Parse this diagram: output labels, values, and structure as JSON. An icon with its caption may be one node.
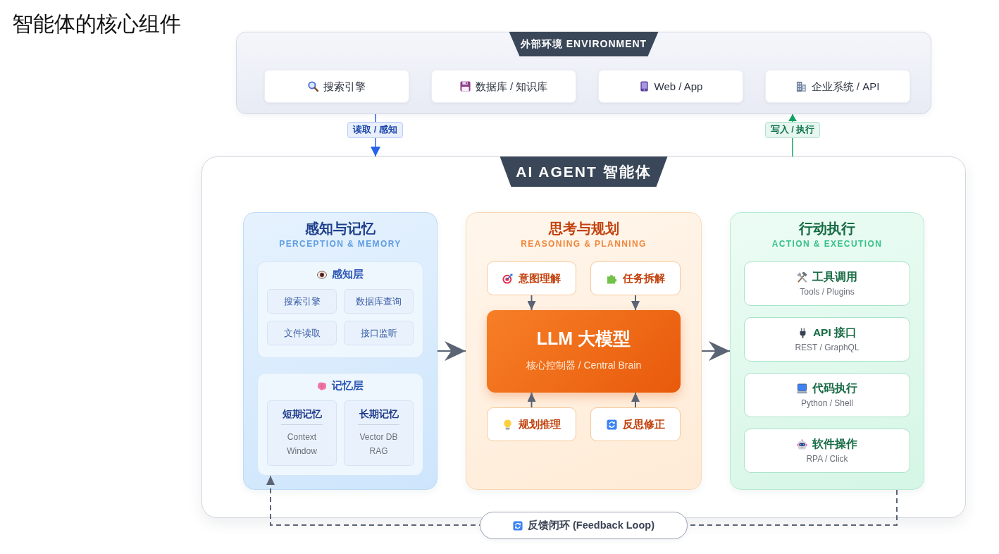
{
  "diagram": {
    "title": "智能体的核心组件",
    "nodes": [
      {
        "text": [
          "外部环境 ENVIRONMENT"
        ]
      },
      {
        "text": [
          "搜索引擎"
        ],
        "in": 0
      },
      {
        "text": [
          "数据库 / 知识库"
        ],
        "in": 0
      },
      {
        "text": [
          "Web / App"
        ],
        "in": 0
      },
      {
        "text": [
          "企业系统 / API"
        ],
        "in": 0
      },
      {
        "text": [
          "AI AGENT 智能体"
        ]
      },
      {
        "text": [
          "感知与记忆",
          "PERCEPTION & MEMORY"
        ],
        "in": 5
      },
      {
        "text": [
          "感知层"
        ],
        "in": 6
      },
      {
        "text": [
          "搜索引擎"
        ],
        "in": 7
      },
      {
        "text": [
          "数据库查询"
        ],
        "in": 7
      },
      {
        "text": [
          "文件读取"
        ],
        "in": 7
      },
      {
        "text": [
          "接口监听"
        ],
        "in": 7
      },
      {
        "text": [
          "记忆层"
        ],
        "in": 6
      },
      {
        "text": [
          "短期记忆",
          "Context Window"
        ],
        "in": 12
      },
      {
        "text": [
          "长期记忆",
          "Vector DB RAG"
        ],
        "in": 12
      },
      {
        "text": [
          "思考与规划",
          "REASONING & PLANNING"
        ],
        "in": 5
      },
      {
        "text": [
          "意图理解"
        ],
        "in": 15
      },
      {
        "text": [
          "任务拆解"
        ],
        "in": 15
      },
      {
        "text": [
          "LLM 大模型",
          "核心控制器 / Central Brain"
        ],
        "in": 15
      },
      {
        "text": [
          "规划推理"
        ],
        "in": 15
      },
      {
        "text": [
          "反思修正"
        ],
        "in": 15
      },
      {
        "text": [
          "行动执行",
          "ACTION & EXECUTION"
        ],
        "in": 5
      },
      {
        "text": [
          "工具调用",
          "Tools / Plugins"
        ],
        "in": 21
      },
      {
        "text": [
          "API 接口",
          "REST / GraphQL"
        ],
        "in": 21
      },
      {
        "text": [
          "代码执行",
          "Python / Shell"
        ],
        "in": 21
      },
      {
        "text": [
          "软件操作",
          "RPA / Click"
        ],
        "in": 21
      }
    ],
    "edges": [
      {
        "from": 0,
        "to": 5,
        "arrow": "to",
        "label": "读取 / 感知",
        "color": "#2563eb"
      },
      {
        "from": 5,
        "to": 0,
        "arrow": "to",
        "label": "写入 / 执行",
        "color": "#10a065"
      },
      {
        "from": 6,
        "to": 15,
        "arrow": "to"
      },
      {
        "from": 15,
        "to": 21,
        "arrow": "to"
      },
      {
        "from": 16,
        "to": 18,
        "arrow": "to"
      },
      {
        "from": 17,
        "to": 18,
        "arrow": "to"
      },
      {
        "from": 19,
        "to": 18,
        "arrow": "to"
      },
      {
        "from": 20,
        "to": 18,
        "arrow": "to"
      },
      {
        "from": 21,
        "to": 12,
        "arrow": "to",
        "label": "反馈闭环 (Feedback Loop)",
        "style": "dashed"
      }
    ]
  }
}
